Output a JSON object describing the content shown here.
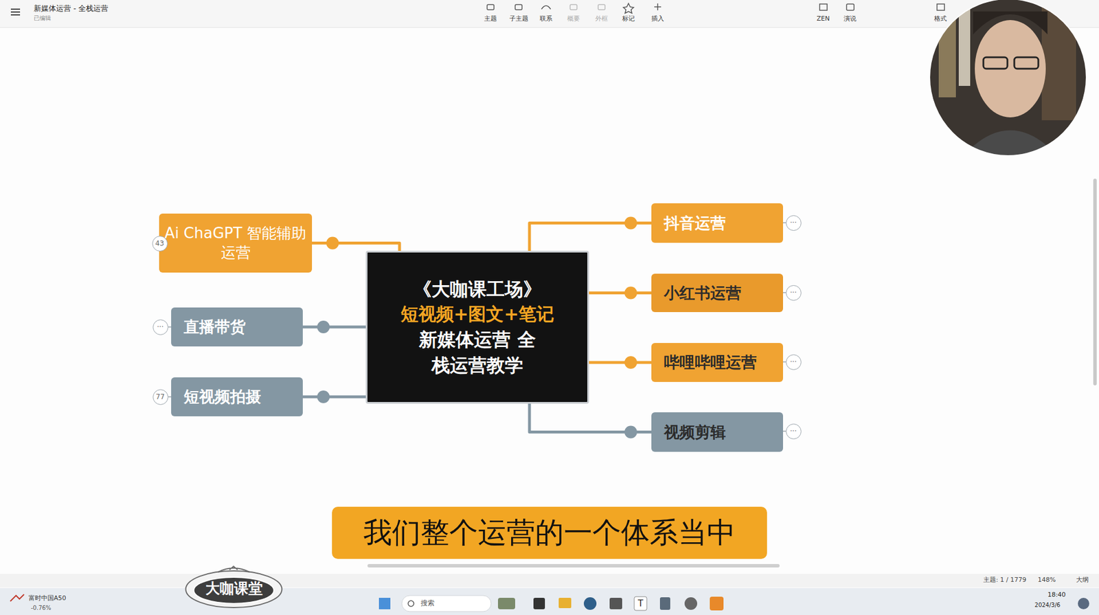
{
  "diagram": {
    "nodes": [
      {
        "text": [
          "Ai ChaGPT 智能辅助运营"
        ]
      },
      {
        "text": [
          "直播带货"
        ]
      },
      {
        "text": [
          "短视频拍摄"
        ]
      },
      {
        "text": [
          "《大咖课工场》",
          "短视频+图文+笔记",
          "新媒体运营 全栈运营教学"
        ]
      },
      {
        "text": [
          "抖音运营"
        ]
      },
      {
        "text": [
          "小红书运营"
        ]
      },
      {
        "text": [
          "哔哩哔哩运营"
        ]
      },
      {
        "text": [
          "视频剪辑"
        ]
      },
      {
        "text": [
          "我们整个运营的一个体系当中"
        ]
      },
      {
        "text": [
          "大咖课堂"
        ]
      }
    ],
    "edges": [
      {
        "from": 3,
        "to": 0,
        "arrow": "none"
      },
      {
        "from": 3,
        "to": 1,
        "arrow": "none"
      },
      {
        "from": 3,
        "to": 2,
        "arrow": "none"
      },
      {
        "from": 3,
        "to": 4,
        "arrow": "none"
      },
      {
        "from": 3,
        "to": 5,
        "arrow": "none"
      },
      {
        "from": 3,
        "to": 6,
        "arrow": "none"
      },
      {
        "from": 3,
        "to": 7,
        "arrow": "none"
      }
    ],
    "labels": [
      "新媒体运营 - 全栈运营",
      "已编辑",
      "主题",
      "子主题",
      "联系",
      "概要",
      "外框",
      "标记",
      "插入",
      "ZEN",
      "演说",
      "格式",
      "43",
      "···",
      "77",
      "···",
      "···",
      "···",
      "···",
      "主题: 1 / 1779",
      "148%",
      "大纲",
      "富时中国A50",
      "-0.76%",
      "搜索",
      "T",
      "18:40",
      "2024/3/6"
    ]
  }
}
